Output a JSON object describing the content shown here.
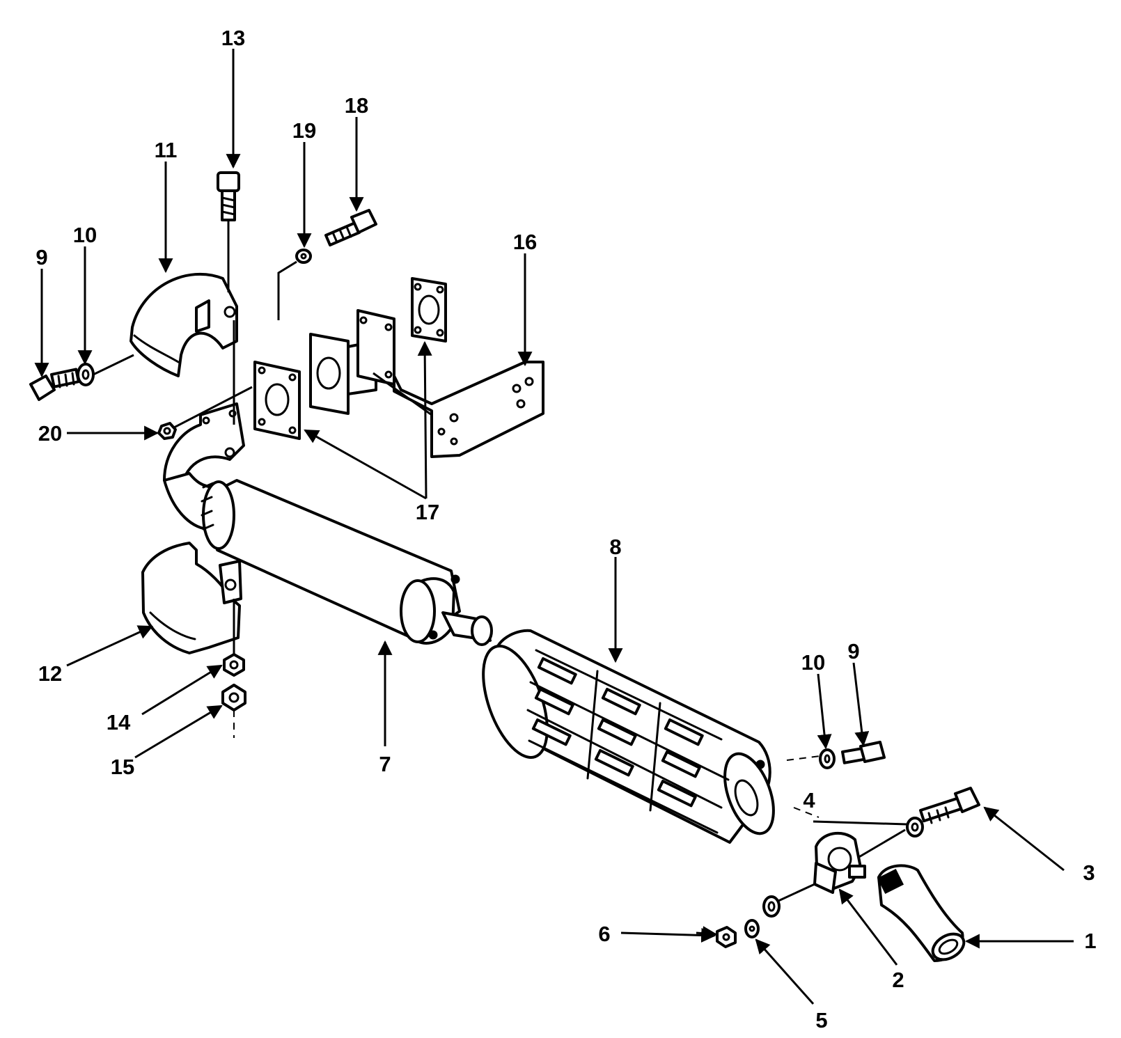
{
  "diagram": {
    "callouts": [
      {
        "id": "c-13",
        "label": "13"
      },
      {
        "id": "c-18",
        "label": "18"
      },
      {
        "id": "c-19",
        "label": "19"
      },
      {
        "id": "c-11",
        "label": "11"
      },
      {
        "id": "c-10a",
        "label": "10"
      },
      {
        "id": "c-9a",
        "label": "9"
      },
      {
        "id": "c-16",
        "label": "16"
      },
      {
        "id": "c-20",
        "label": "20"
      },
      {
        "id": "c-17",
        "label": "17"
      },
      {
        "id": "c-8",
        "label": "8"
      },
      {
        "id": "c-12",
        "label": "12"
      },
      {
        "id": "c-14",
        "label": "14"
      },
      {
        "id": "c-15",
        "label": "15"
      },
      {
        "id": "c-7",
        "label": "7"
      },
      {
        "id": "c-10b",
        "label": "10"
      },
      {
        "id": "c-9b",
        "label": "9"
      },
      {
        "id": "c-4",
        "label": "4"
      },
      {
        "id": "c-3",
        "label": "3"
      },
      {
        "id": "c-6",
        "label": "6"
      },
      {
        "id": "c-5",
        "label": "5"
      },
      {
        "id": "c-2",
        "label": "2"
      },
      {
        "id": "c-1",
        "label": "1"
      }
    ]
  }
}
